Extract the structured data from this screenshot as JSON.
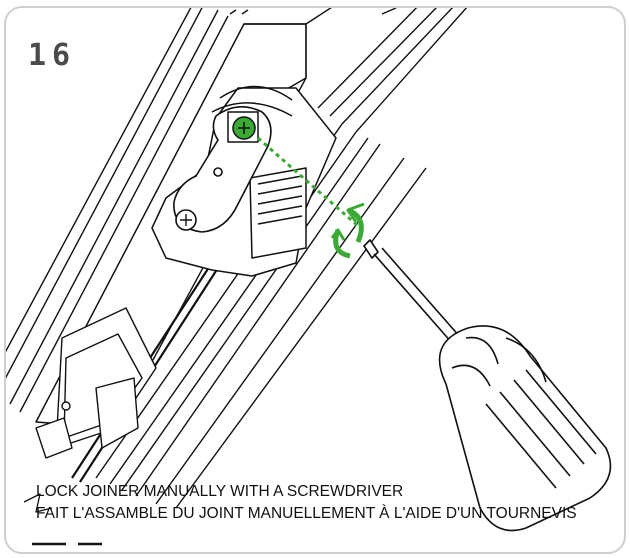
{
  "step_number": "16",
  "instructions": {
    "en": "LOCK JOINER MANUALLY WITH A SCREWDRIVER",
    "fr": "FAIT L'ASSAMBLE DU JOINT MANUELLEMENT À L'AIDE D'UN TOURNEVIS"
  },
  "colors": {
    "frame_border": "#cfcfcf",
    "line_art": "#111111",
    "highlight_green": "#3aaa35",
    "step_number": "#4a4a4a"
  },
  "icons": [
    "screwdriver-icon",
    "rotate-arrow-icon",
    "screw-icon"
  ]
}
